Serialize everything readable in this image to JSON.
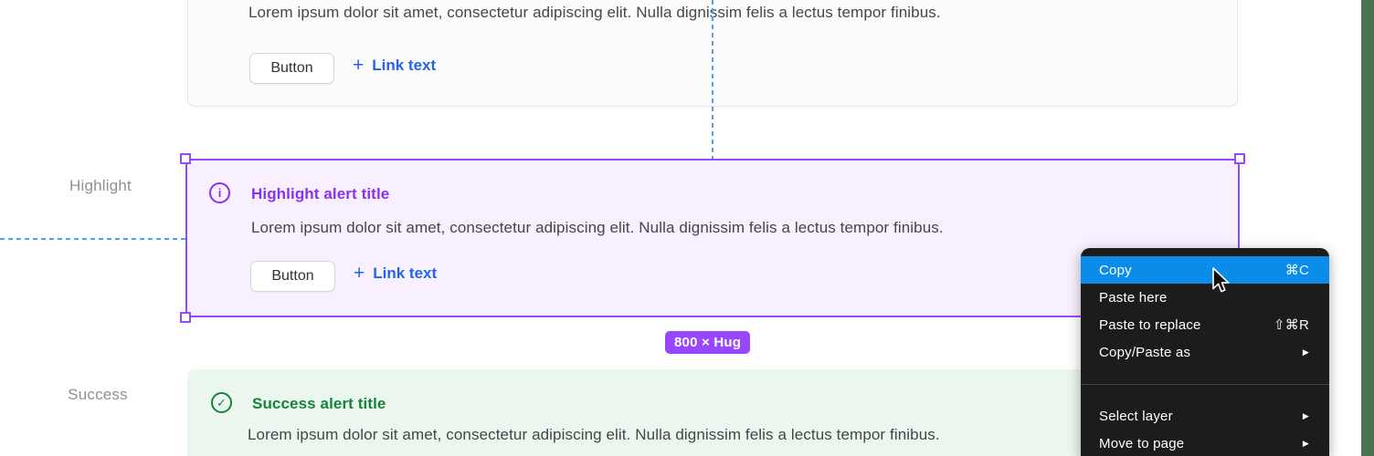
{
  "canvas": {
    "width": "1504",
    "height": "500"
  },
  "colors": {
    "accent_purple": "#9747FF",
    "title_purple": "#8A30F0",
    "link_blue": "#2563EB",
    "menu_highlight_blue": "#0C8CE9",
    "success_green": "#17833A",
    "guide_blue": "#47A2F8",
    "side_strip_green": "#4C7254",
    "menu_background": "#1C1C1C"
  },
  "labels": {
    "highlight": "Highlight",
    "success": "Success"
  },
  "icons": {
    "info": "i",
    "check": "✓",
    "plus": "+",
    "submenu_arrow": "▶"
  },
  "alerts": {
    "neutral": {
      "body": "Lorem ipsum dolor sit amet, consectetur adipiscing elit. Nulla dignissim felis a lectus tempor finibus.",
      "button_label": "Button",
      "link_label": "Link text"
    },
    "highlight": {
      "title": "Highlight alert title",
      "body": "Lorem ipsum dolor sit amet, consectetur adipiscing elit. Nulla dignissim felis a lectus tempor finibus.",
      "button_label": "Button",
      "link_label": "Link text"
    },
    "success": {
      "title": "Success alert title",
      "body": "Lorem ipsum dolor sit amet, consectetur adipiscing elit. Nulla dignissim felis a lectus tempor finibus."
    }
  },
  "selection": {
    "size_badge": "800 × Hug"
  },
  "context_menu": {
    "items": [
      {
        "label": "Copy",
        "shortcut": "⌘C"
      },
      {
        "label": "Paste here",
        "shortcut": ""
      },
      {
        "label": "Paste to replace",
        "shortcut": "⇧⌘R"
      },
      {
        "label": "Copy/Paste as",
        "shortcut": ""
      },
      {
        "label": "Select layer",
        "shortcut": ""
      },
      {
        "label": "Move to page",
        "shortcut": ""
      }
    ]
  }
}
